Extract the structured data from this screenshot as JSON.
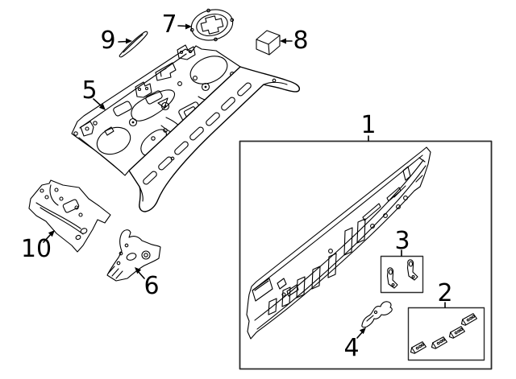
{
  "diagram": {
    "background_color": "#ffffff",
    "line_color": "#000000",
    "box_border_color": "#2b2b2b",
    "callouts": [
      {
        "label": "1"
      },
      {
        "label": "2"
      },
      {
        "label": "3"
      },
      {
        "label": "4"
      },
      {
        "label": "5"
      },
      {
        "label": "6"
      },
      {
        "label": "7"
      },
      {
        "label": "8"
      },
      {
        "label": "9"
      },
      {
        "label": "10"
      }
    ]
  }
}
